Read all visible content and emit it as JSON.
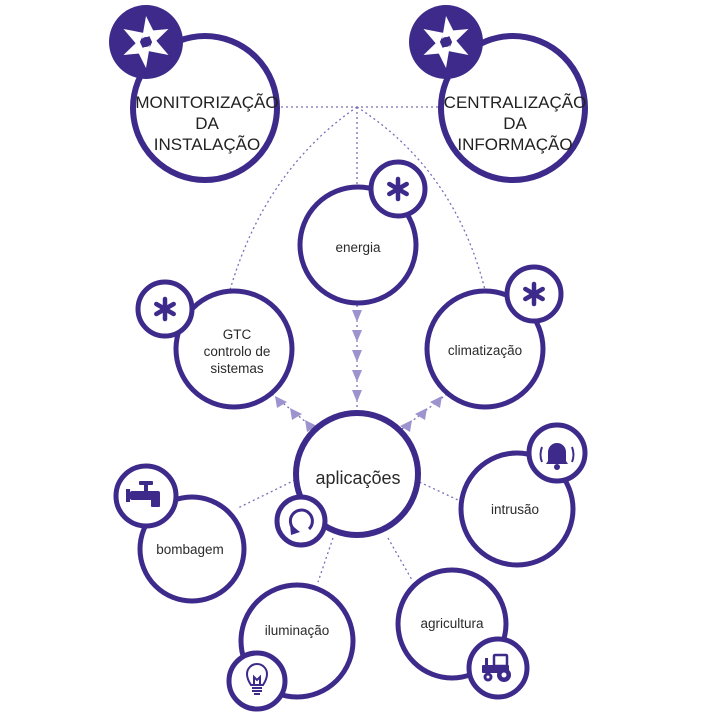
{
  "top_nodes": {
    "monitoring": [
      "MONITORIZAÇÃO",
      "DA",
      "INSTALAÇÃO"
    ],
    "centralization": [
      "CENTRALIZAÇÃO",
      "DA",
      "INFORMAÇÃO"
    ]
  },
  "nodes": {
    "energia": "energia",
    "gtc": [
      "GTC",
      "controlo de",
      "sistemas"
    ],
    "climatizacao": "climatização",
    "aplicacoes": "aplicações",
    "bombagem": "bombagem",
    "intrusao": "intrusão",
    "iluminacao": "iluminação",
    "agricultura": "agricultura"
  },
  "colors": {
    "primary": "#3d2a8a",
    "connector": "#7a6fb8",
    "text": "#2a2a2a"
  },
  "icons": {
    "monitoring": "shutter-gear-icon",
    "centralization": "shutter-gear-icon",
    "energia": "asterisk-icon",
    "gtc": "asterisk-icon",
    "climatizacao": "asterisk-icon",
    "aplicacoes": "refresh-arrow-icon",
    "bombagem": "faucet-icon",
    "intrusao": "alarm-bell-icon",
    "iluminacao": "light-bulb-icon",
    "agricultura": "tractor-icon"
  }
}
